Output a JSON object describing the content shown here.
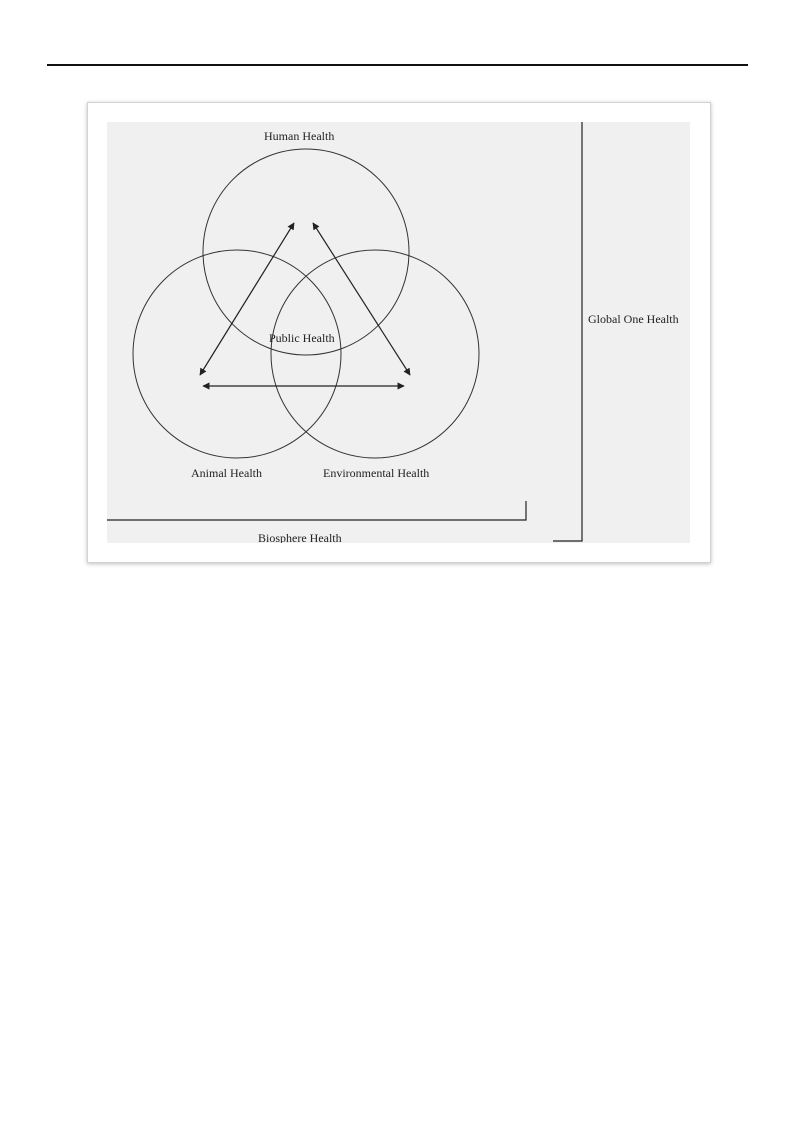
{
  "figure": {
    "labels": {
      "human_health": "Human Health",
      "public_health": "Public Health",
      "animal_health": "Animal Health",
      "environmental_health": "Environmental Health",
      "global_one_health": "Global One Health",
      "biosphere_health": "Biosphere Health"
    },
    "colors": {
      "background": "#f0f0f0",
      "stroke": "#333333",
      "text": "#222222"
    }
  }
}
